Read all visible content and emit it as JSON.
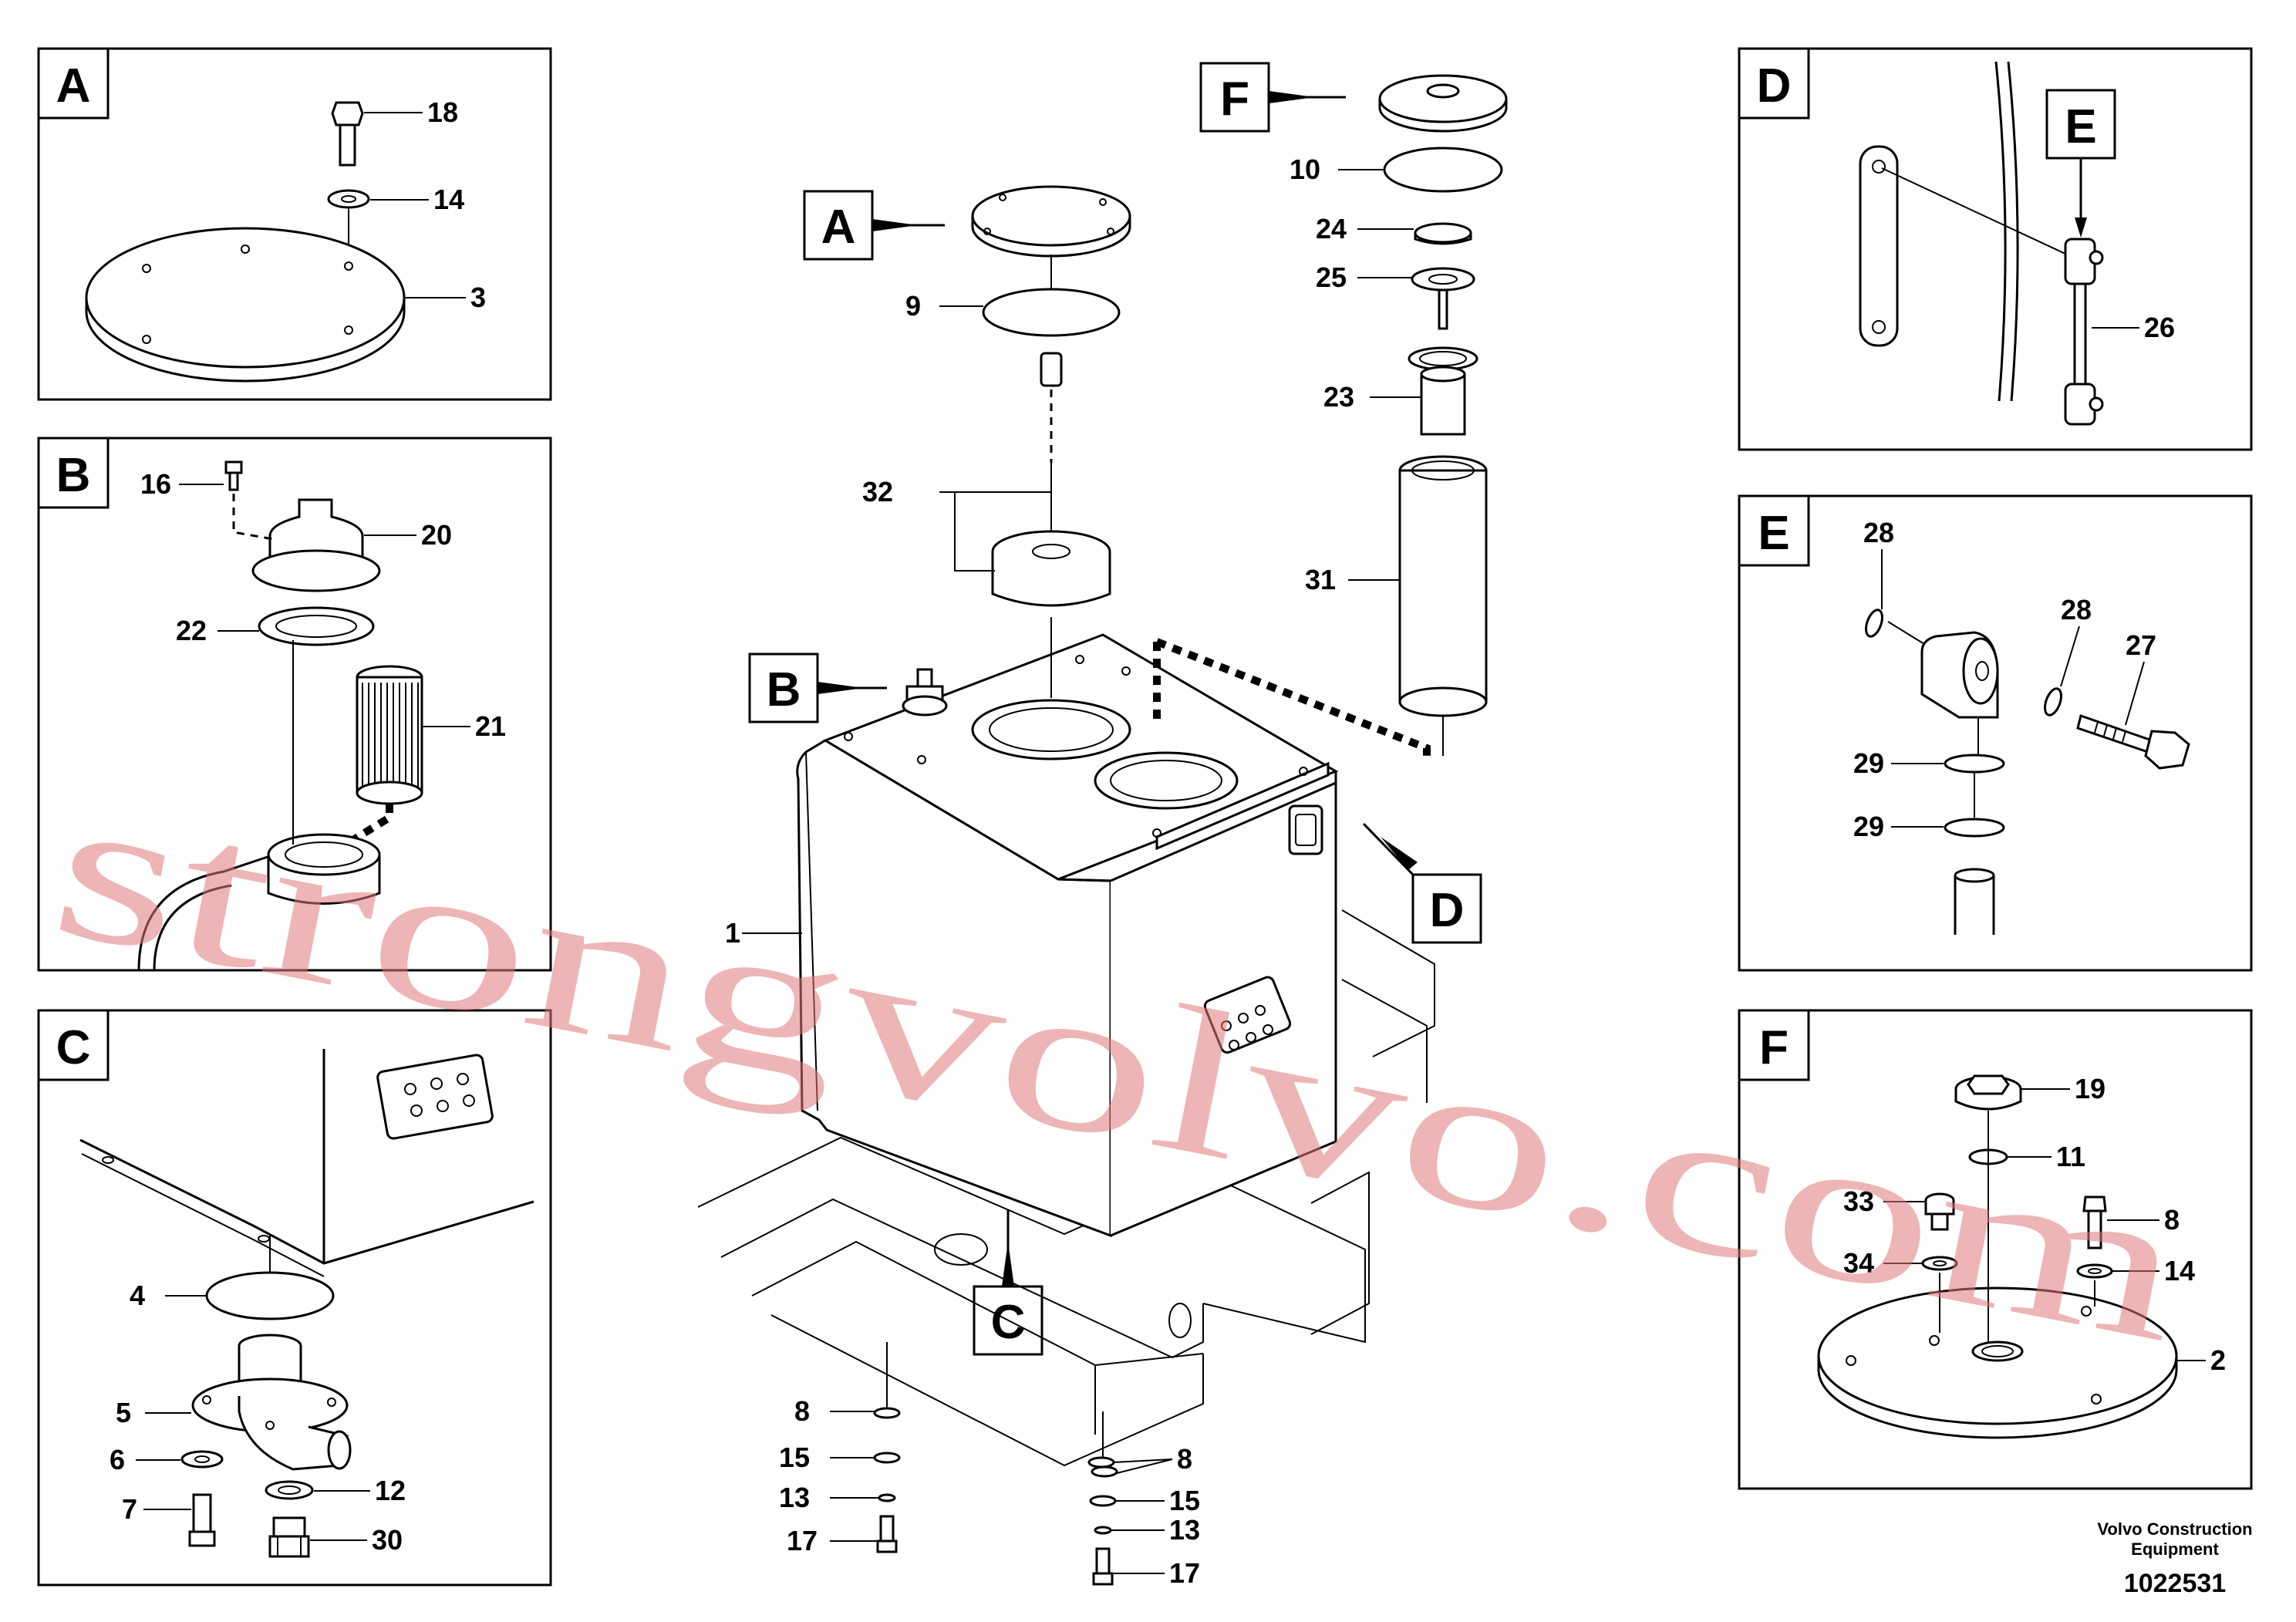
{
  "panels": {
    "A": {
      "label": "A",
      "callouts": [
        "18",
        "14",
        "3"
      ]
    },
    "B": {
      "label": "B",
      "callouts": [
        "16",
        "20",
        "22",
        "21"
      ]
    },
    "C": {
      "label": "C",
      "callouts": [
        "4",
        "5",
        "6",
        "7",
        "12",
        "30"
      ]
    },
    "D": {
      "label": "D",
      "callouts": [
        "E",
        "26"
      ]
    },
    "E": {
      "label": "E",
      "callouts": [
        "28",
        "28",
        "27",
        "29",
        "29"
      ]
    },
    "F": {
      "label": "F",
      "callouts": [
        "19",
        "11",
        "33",
        "8",
        "34",
        "14",
        "2"
      ]
    }
  },
  "main": {
    "labels": {
      "A": "A",
      "B": "B",
      "C": "C",
      "D": "D",
      "F": "F"
    },
    "callouts": {
      "n9": "9",
      "n32": "32",
      "n1": "1",
      "n10": "10",
      "n24": "24",
      "n25": "25",
      "n23": "23",
      "n31": "31",
      "n8a": "8",
      "n15a": "15",
      "n13a": "13",
      "n17a": "17",
      "n8b": "8",
      "n15b": "15",
      "n13b": "13",
      "n17b": "17"
    }
  },
  "watermark": "strongvolvo.com",
  "footer": {
    "line1": "Volvo Construction",
    "line2": "Equipment",
    "doc_number": "1022531"
  },
  "colors": {
    "watermark": "#e07a7a",
    "ink": "#000000"
  }
}
